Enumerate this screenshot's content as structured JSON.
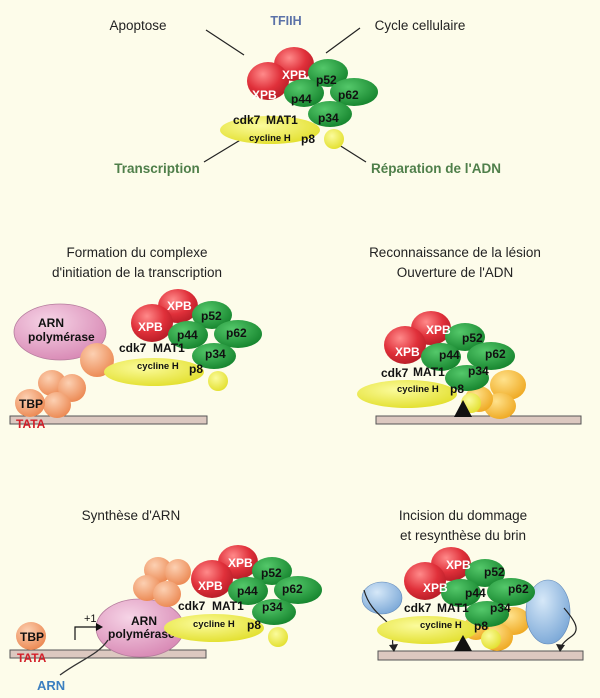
{
  "top": {
    "tfiih": "TFIIH",
    "apoptose": "Apoptose",
    "cycle": "Cycle cellulaire",
    "transcription": "Transcription",
    "reparation": "Réparation de l'ADN"
  },
  "panels": {
    "formation": [
      "Formation du complexe",
      "d'initiation de la transcription"
    ],
    "reconnaissance": [
      "Reconnaissance de la lésion",
      "Ouverture de l'ADN"
    ],
    "synthese": [
      "Synthèse d'ARN"
    ],
    "incision": [
      "Incision du dommage",
      "et resynthèse du brin"
    ]
  },
  "subunits": {
    "xpb": "XPB",
    "p52": "p52",
    "p44": "p44",
    "p62": "p62",
    "cdk7": "cdk7",
    "mat1": "MAT1",
    "p34": "p34",
    "cyclineh": "cycline H",
    "p8": "p8"
  },
  "factors": {
    "arn_pol_line1": "ARN",
    "arn_pol_line2": "polymérase",
    "tbp": "TBP",
    "tata": "TATA",
    "arn": "ARN",
    "plus1": "+1"
  },
  "colors": {
    "xpb": "#e0303a",
    "green": "#1e9a3a",
    "yellow": "#e9e93a",
    "pink": "#e6a6c8",
    "orange": "#f2a070",
    "blue": "#9cc0e6",
    "gold": "#f3bd3c",
    "dna": "#dcc8c0"
  }
}
